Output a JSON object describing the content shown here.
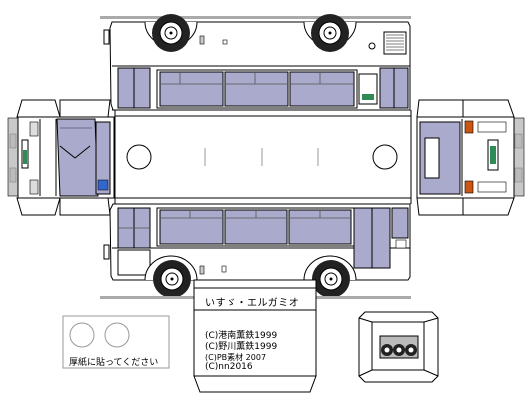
{
  "model_name": "いすゞ・エルガミオ",
  "credits": [
    "(C)港南薫鉄1999",
    "(C)野川薫鉄1999",
    "(C)PB素材 2007",
    "(C)nn2016"
  ],
  "instruction": "厚紙に貼ってください",
  "colors": {
    "body": "#ffffff",
    "outline": "#000000",
    "window": "#aaaacc",
    "window_dark": "#6a6a8a",
    "fold_line": "#cccccc",
    "gray_panel": "#c8c8c8",
    "destination_sign": "#2e8b57",
    "tail_light": "#cc5511"
  },
  "icons": [
    "wheel-icon",
    "headlight-icon",
    "tail-light-icon",
    "destination-sign-icon",
    "vent-circle-icon"
  ]
}
